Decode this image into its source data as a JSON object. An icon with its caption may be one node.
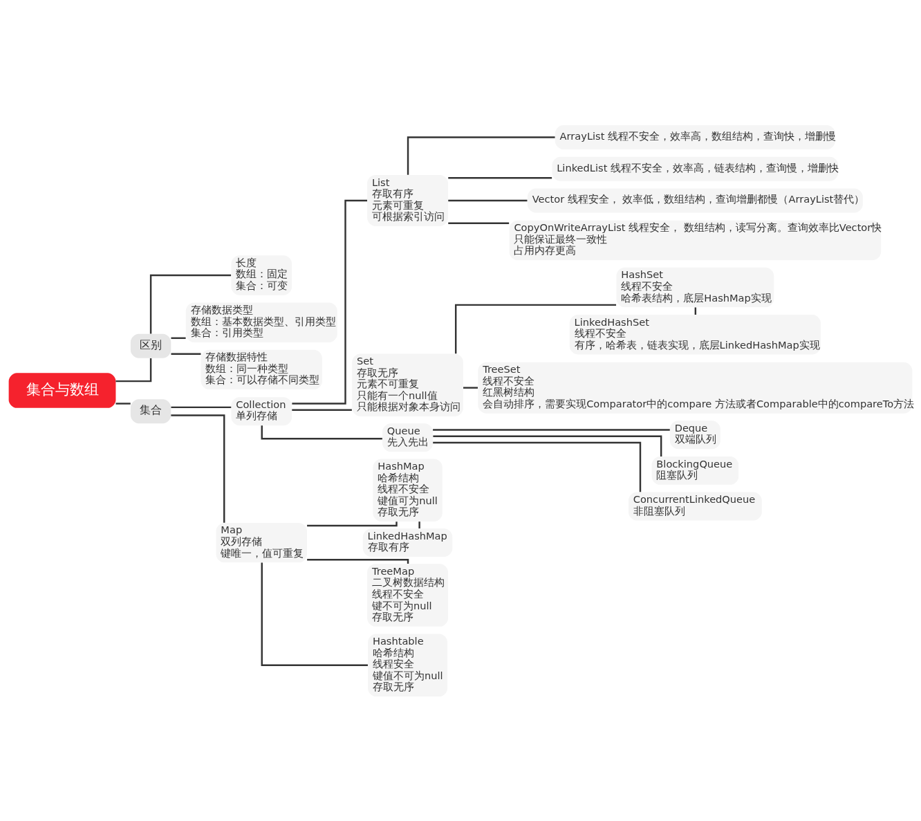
{
  "diagram": {
    "nodes": [
      {
        "text": [
          "集合与数组"
        ]
      },
      {
        "text": [
          "区别"
        ]
      },
      {
        "text": [
          "长度",
          "数组：固定",
          "集合：可变"
        ]
      },
      {
        "text": [
          "存储数据类型",
          "数组：基本数据类型、引用类型",
          "集合：引用类型"
        ]
      },
      {
        "text": [
          "存储数据特性",
          "数组：同一种类型",
          "集合：可以存储不同类型"
        ]
      },
      {
        "text": [
          "集合"
        ]
      },
      {
        "text": [
          "Collection",
          "单列存储"
        ]
      },
      {
        "text": [
          "List",
          "存取有序",
          "元素可重复",
          "可根据索引访问"
        ]
      },
      {
        "text": [
          "ArrayList 线程不安全，效率高，数组结构，查询快，增删慢"
        ]
      },
      {
        "text": [
          "LinkedList 线程不安全，效率高，链表结构，查询慢，增删快"
        ]
      },
      {
        "text": [
          "Vector 线程安全， 效率低，数组结构，查询增删都慢（ArrayList替代）"
        ]
      },
      {
        "text": [
          "CopyOnWriteArrayList 线程安全， 数组结构，读写分离。查询效率比Vector快",
          "只能保证最终一致性",
          "占用内存更高"
        ]
      },
      {
        "text": [
          "Set",
          "存取无序",
          "元素不可重复",
          "只能有一个null值",
          "只能根据对象本身访问"
        ]
      },
      {
        "text": [
          "HashSet",
          "线程不安全",
          "哈希表结构，底层HashMap实现"
        ]
      },
      {
        "text": [
          "LinkedHashSet",
          "线程不安全",
          "有序，哈希表，链表实现，底层LinkedHashMap实现"
        ]
      },
      {
        "text": [
          "TreeSet",
          "线程不安全",
          "红黑树结构",
          "会自动排序，需要实现Comparator中的compare 方法或者Comparable中的compareTo方法"
        ]
      },
      {
        "text": [
          "Queue",
          "先入先出"
        ]
      },
      {
        "text": [
          "Deque",
          "双端队列"
        ]
      },
      {
        "text": [
          "BlockingQueue",
          "阻塞队列"
        ]
      },
      {
        "text": [
          "ConcurrentLinkedQueue",
          "非阻塞队列"
        ]
      },
      {
        "text": [
          "Map",
          "双列存储",
          "键唯一，值可重复"
        ]
      },
      {
        "text": [
          "HashMap",
          "哈希结构",
          "线程不安全",
          "键值可为null",
          "存取无序"
        ]
      },
      {
        "text": [
          "LinkedHashMap",
          "存取有序"
        ]
      },
      {
        "text": [
          "TreeMap",
          "二叉树数据结构",
          "线程不安全",
          "键不可为null",
          "存取无序"
        ]
      },
      {
        "text": [
          "Hashtable",
          "哈希结构",
          "线程安全",
          "键值不可为null",
          "存取无序"
        ]
      }
    ],
    "edges": [
      {
        "from": 0,
        "to": 1,
        "arrow": "none"
      },
      {
        "from": 1,
        "to": 2,
        "arrow": "none"
      },
      {
        "from": 1,
        "to": 3,
        "arrow": "none"
      },
      {
        "from": 1,
        "to": 4,
        "arrow": "none"
      },
      {
        "from": 0,
        "to": 5,
        "arrow": "none"
      },
      {
        "from": 5,
        "to": 6,
        "arrow": "none"
      },
      {
        "from": 6,
        "to": 7,
        "arrow": "none"
      },
      {
        "from": 7,
        "to": 8,
        "arrow": "none"
      },
      {
        "from": 7,
        "to": 9,
        "arrow": "none"
      },
      {
        "from": 7,
        "to": 10,
        "arrow": "none"
      },
      {
        "from": 7,
        "to": 11,
        "arrow": "none"
      },
      {
        "from": 6,
        "to": 12,
        "arrow": "none"
      },
      {
        "from": 12,
        "to": 13,
        "arrow": "none"
      },
      {
        "from": 13,
        "to": 14,
        "arrow": "none"
      },
      {
        "from": 12,
        "to": 15,
        "arrow": "none"
      },
      {
        "from": 6,
        "to": 16,
        "arrow": "none"
      },
      {
        "from": 16,
        "to": 17,
        "arrow": "none"
      },
      {
        "from": 16,
        "to": 18,
        "arrow": "none"
      },
      {
        "from": 16,
        "to": 19,
        "arrow": "none"
      },
      {
        "from": 5,
        "to": 20,
        "arrow": "none"
      },
      {
        "from": 20,
        "to": 21,
        "arrow": "none"
      },
      {
        "from": 21,
        "to": 22,
        "arrow": "none"
      },
      {
        "from": 20,
        "to": 23,
        "arrow": "none"
      },
      {
        "from": 20,
        "to": 24,
        "arrow": "none"
      }
    ]
  }
}
